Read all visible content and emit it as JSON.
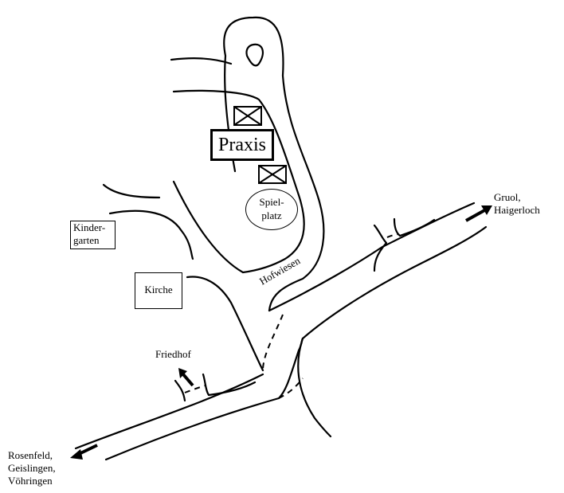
{
  "places": {
    "praxis": "Praxis",
    "spielplatz": [
      "Spiel-",
      "platz"
    ],
    "kindergarten": [
      "Kinder-",
      "garten"
    ],
    "kirche": "Kirche",
    "friedhof": "Friedhof"
  },
  "streets": {
    "hofwiesen": "Hofwiesen"
  },
  "destinations": {
    "north_east": [
      "Gruol,",
      "Haigerloch"
    ],
    "south_west": [
      "Rosenfeld,",
      "Geislingen,",
      "Vöhringen"
    ]
  },
  "icons": [
    "parking-icon",
    "parking-icon",
    "arrow-icon"
  ]
}
